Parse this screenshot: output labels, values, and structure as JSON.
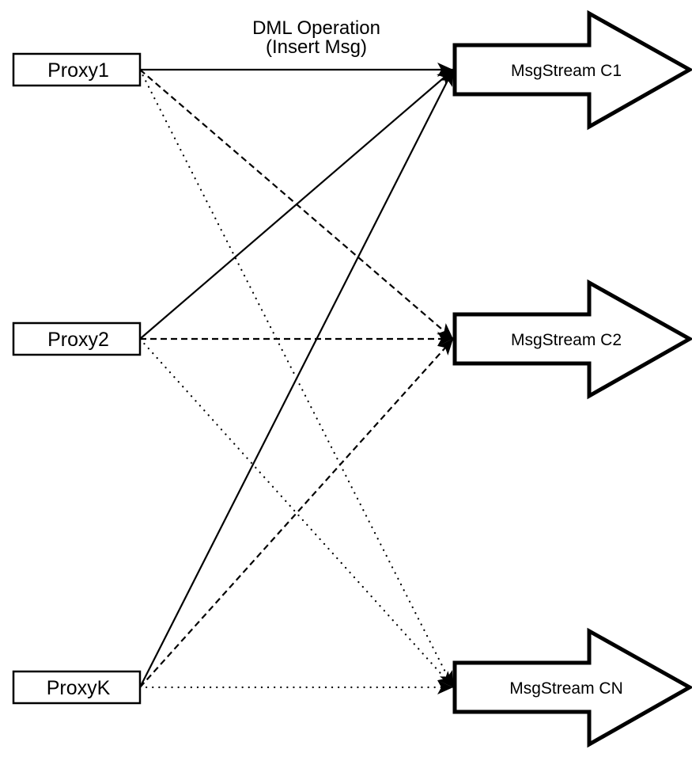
{
  "diagram": {
    "background_color": "#ffffff",
    "stroke_color": "#000000",
    "annotation": {
      "line1": "DML Operation",
      "line2": "(Insert Msg)"
    },
    "proxies": [
      {
        "label": "Proxy1"
      },
      {
        "label": "Proxy2"
      },
      {
        "label": "ProxyK"
      }
    ],
    "streams": [
      {
        "label": "MsgStream C1"
      },
      {
        "label": "MsgStream C2"
      },
      {
        "label": "MsgStream CN"
      }
    ],
    "edges": [
      {
        "from": "Proxy1",
        "to": "MsgStream C1",
        "style": "solid"
      },
      {
        "from": "Proxy2",
        "to": "MsgStream C1",
        "style": "solid"
      },
      {
        "from": "ProxyK",
        "to": "MsgStream C1",
        "style": "solid"
      },
      {
        "from": "Proxy1",
        "to": "MsgStream C2",
        "style": "dashed"
      },
      {
        "from": "Proxy2",
        "to": "MsgStream C2",
        "style": "dashed"
      },
      {
        "from": "ProxyK",
        "to": "MsgStream C2",
        "style": "dashed"
      },
      {
        "from": "Proxy1",
        "to": "MsgStream CN",
        "style": "dotted"
      },
      {
        "from": "Proxy2",
        "to": "MsgStream CN",
        "style": "dotted"
      },
      {
        "from": "ProxyK",
        "to": "MsgStream CN",
        "style": "dotted"
      }
    ]
  }
}
